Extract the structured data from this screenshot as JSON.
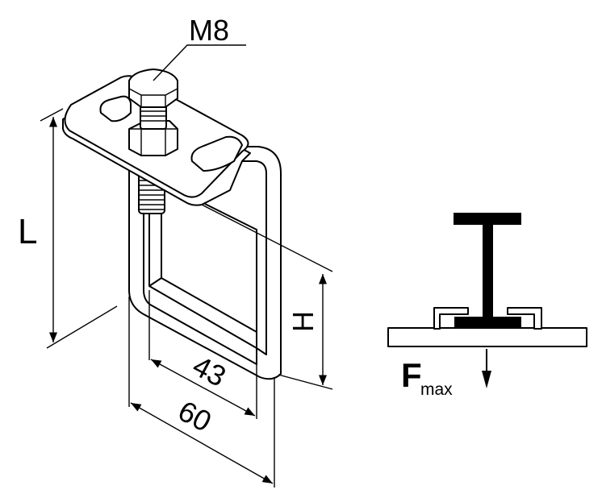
{
  "title": "Beam clamp hanger technical drawing",
  "labels": {
    "bolt": "M8",
    "length": "L",
    "height": "H",
    "inner_width": "43",
    "outer_width": "60"
  },
  "load_diagram": {
    "force_symbol": "F",
    "force_subscript": "max"
  },
  "colors": {
    "line": "#000000",
    "background": "#ffffff"
  }
}
